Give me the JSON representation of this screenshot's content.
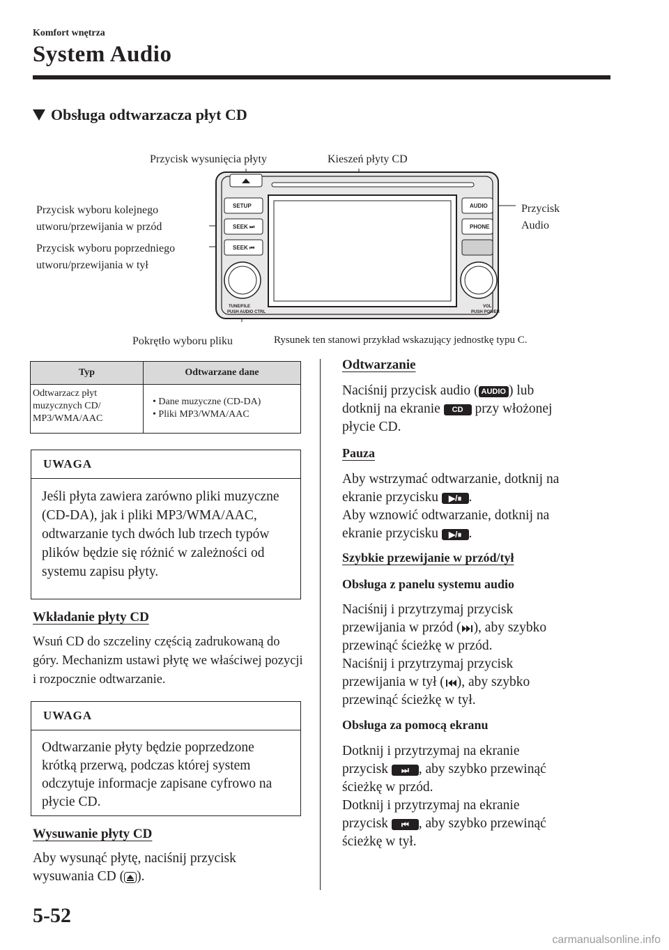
{
  "header": {
    "section": "Komfort wnętrza",
    "title": "System Audio"
  },
  "subsection_title": "Obsługa odtwarzacza płyt CD",
  "figure": {
    "label_eject": "Przycisk wysunięcia płyty",
    "label_slot": "Kieszeń płyty CD",
    "label_next_1": "Przycisk wyboru kolejnego",
    "label_next_2": "utworu/przewijania w przód",
    "label_prev_1": "Przycisk wyboru poprzedniego",
    "label_prev_2": "utworu/przewijania w tył",
    "label_audio_1": "Przycisk",
    "label_audio_2": "Audio",
    "label_knob": "Pokrętło wyboru pliku",
    "caption": "Rysunek ten stanowi przykład wskazujący jednostkę typu C.",
    "unit_buttons": {
      "setup": "SETUP",
      "seek_next": "SEEK ⏭",
      "seek_prev": "SEEK ⏮",
      "audio": "AUDIO",
      "phone": "PHONE",
      "tune": "TUNE/FILE",
      "audio_ctrl": "PUSH AUDIO CTRL",
      "vol": "VOL",
      "power": "PUSH POWER"
    }
  },
  "table": {
    "headers": [
      "Typ",
      "Odtwarzane dane"
    ],
    "row_type": "Odtwarzacz płyt muzycznych CD/ MP3/WMA/AAC",
    "row_data": [
      "Dane muzyczne (CD-DA)",
      "Pliki MP3/WMA/AAC"
    ]
  },
  "note1": {
    "head": "UWAGA",
    "body": "Jeśli płyta zawiera zarówno pliki muzyczne (CD-DA), jak i pliki MP3/WMA/AAC, odtwarzanie tych dwóch lub trzech typów plików będzie się różnić w zależności od systemu zapisu płyty."
  },
  "insert": {
    "heading": "Wkładanie płyty CD",
    "body": "Wsuń CD do szczeliny częścią zadrukowaną do góry. Mechanizm ustawi płytę we właściwej pozycji i rozpocznie odtwarzanie."
  },
  "note2": {
    "head": "UWAGA",
    "body": "Odtwarzanie płyty będzie poprzedzone krótką przerwą, podczas której system odczytuje informacje zapisane cyfrowo na płycie CD."
  },
  "eject": {
    "heading": "Wysuwanie płyty CD",
    "body_1": "Aby wysunąć płytę, naciśnij przycisk",
    "body_2": "wysuwania CD (",
    "body_3": ")."
  },
  "playback": {
    "heading": "Odtwarzanie",
    "p1_a": "Naciśnij przycisk audio (",
    "audio_key": "AUDIO",
    "p1_b": ") lub",
    "p1_c": "dotknij na ekranie",
    "cd_key": "CD",
    "p1_d": "przy włożonej",
    "p1_e": "płycie CD."
  },
  "pause": {
    "heading": "Pauza",
    "l1": "Aby wstrzymać odtwarzanie, dotknij na",
    "l2": "ekranie przycisku",
    "l3": "Aby wznowić odtwarzanie, dotknij na",
    "l4": "ekranie przycisku"
  },
  "ff": {
    "heading": "Szybkie przewijanie w przód/tył",
    "sub1": "Obsługa z panelu systemu audio",
    "p1": "Naciśnij i przytrzymaj przycisk",
    "p2a": "przewijania w przód (",
    "p2b": "), aby szybko",
    "p3": "przewinąć ścieżkę w przód.",
    "p4": "Naciśnij i przytrzymaj przycisk",
    "p5a": "przewijania w tył (",
    "p5b": "), aby szybko",
    "p6": "przewinąć ścieżkę w tył.",
    "sub2": "Obsługa za pomocą ekranu",
    "q1": "Dotknij i przytrzymaj na ekranie",
    "q2a": "przycisk",
    "q2b": ", aby szybko przewinąć",
    "q3": "ścieżkę w przód.",
    "q4": "Dotknij i przytrzymaj na ekranie",
    "q5a": "przycisk",
    "q5b": ", aby szybko przewinąć",
    "q6": "ścieżkę w tył."
  },
  "footer": {
    "page_number": "5-52",
    "watermark": "carmanualsonline.info"
  }
}
